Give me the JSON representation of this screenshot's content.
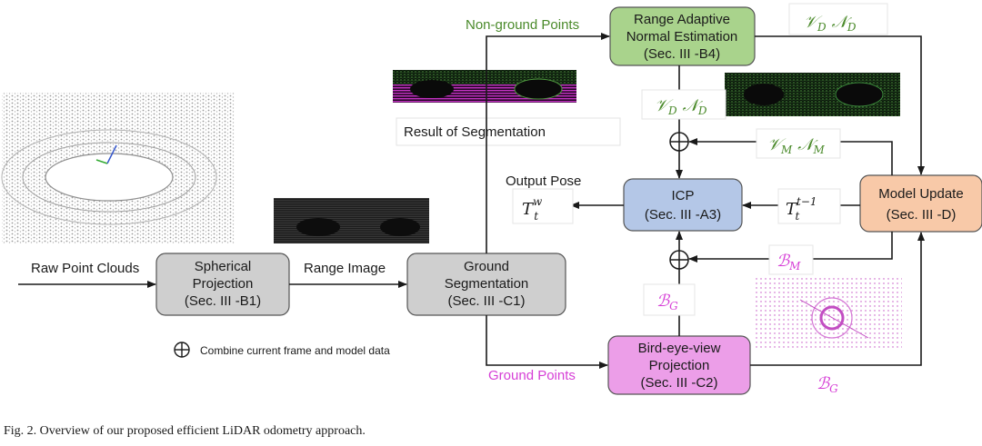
{
  "inputs": {
    "raw_point_clouds": "Raw Point Clouds",
    "range_image": "Range Image",
    "non_ground_points": "Non-ground Points",
    "ground_points": "Ground Points",
    "output_pose": "Output Pose",
    "result_of_segmentation": "Result of Segmentation"
  },
  "boxes": {
    "spherical": {
      "line1": "Spherical",
      "line2": "Projection",
      "line3": "(Sec. III -B1)"
    },
    "ground_seg": {
      "line1": "Ground",
      "line2": "Segmentation",
      "line3": "(Sec. III -C1)"
    },
    "range_adaptive": {
      "line1": "Range Adaptive",
      "line2": "Normal Estimation",
      "line3": "(Sec. III -B4)"
    },
    "icp": {
      "line1": "ICP",
      "line2": "(Sec. III -A3)"
    },
    "model_update": {
      "line1": "Model Update",
      "line2": "(Sec. III -D)"
    },
    "bev": {
      "line1": "Bird-eye-view",
      "line2": "Projection",
      "line3": "(Sec. III -C2)"
    }
  },
  "math": {
    "V": "𝒱",
    "N": "𝒩",
    "B": "ℬ",
    "T": "T",
    "sub_D": "D",
    "sub_M": "M",
    "sub_G": "G",
    "sub_t": "t",
    "sup_w": "w",
    "sup_t1": "t−1"
  },
  "legend": {
    "combine_symbol": "⊕",
    "combine_text": "Combine current frame and model data"
  },
  "caption": "Fig. 2.  Overview of our proposed efficient LiDAR odometry approach.",
  "colors": {
    "gray_box": "#cfcfcf",
    "green_box": "#a9d38c",
    "blue_box": "#b4c7e7",
    "orange_box": "#f8c9a8",
    "magenta_box": "#ec9ee8",
    "green_text": "#4a8a2a",
    "magenta_text": "#d63fd6"
  }
}
